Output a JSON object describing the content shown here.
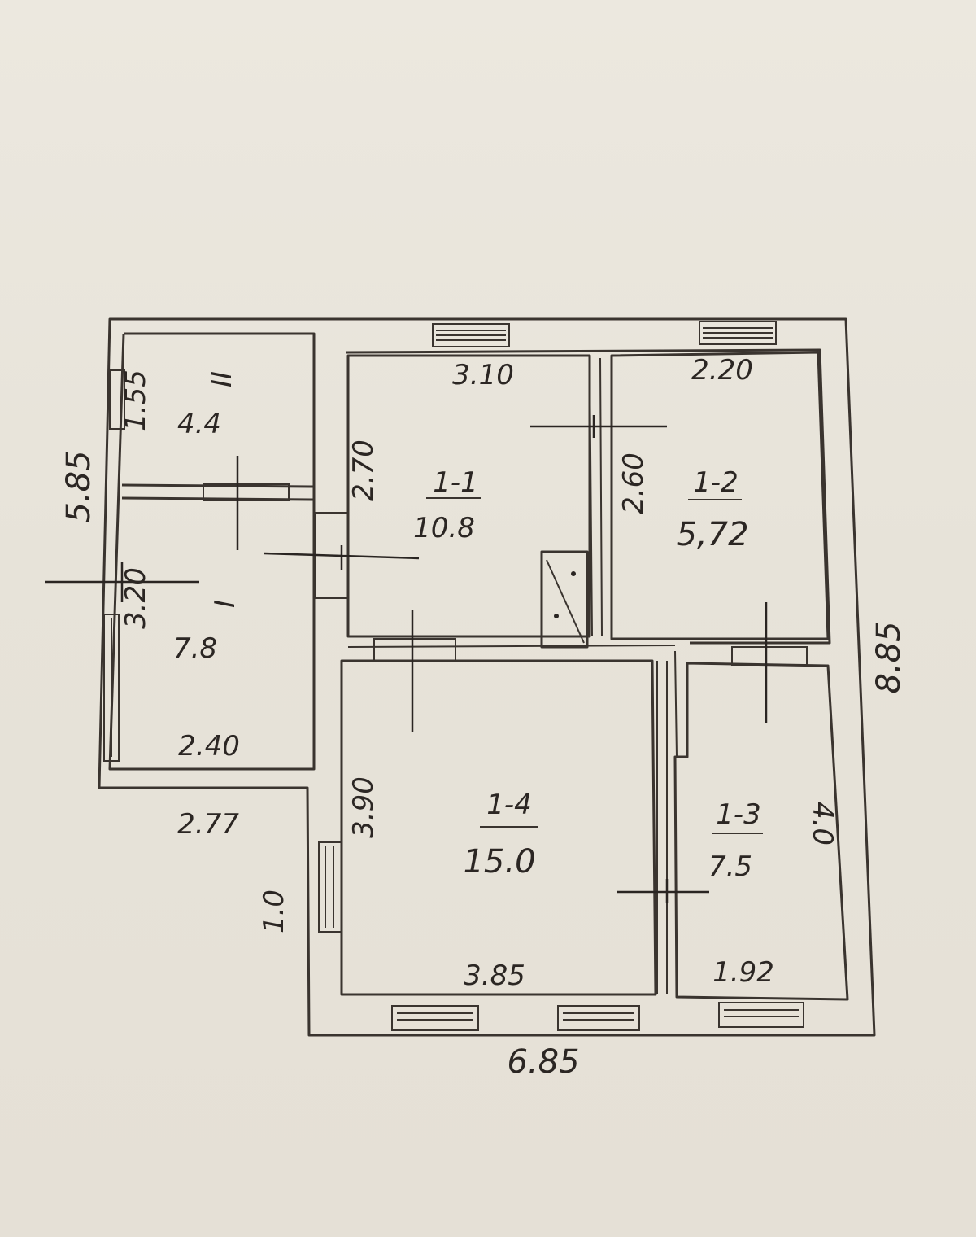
{
  "rooms": [
    {
      "id": "II",
      "area": "4.4"
    },
    {
      "id": "I",
      "area": "7.8"
    },
    {
      "id": "1-1",
      "area": "10.8"
    },
    {
      "id": "1-2",
      "area": "5,72"
    },
    {
      "id": "1-3",
      "area": "7.5"
    },
    {
      "id": "1-4",
      "area": "15.0"
    }
  ],
  "dimensions": {
    "annex_height": "5.85",
    "annex_upper_side": "1.55",
    "annex_lower_side": "3.20",
    "annex_inner_width": "2.40",
    "annex_outer_width": "2.77",
    "room_1_1_width": "3.10",
    "room_1_1_height": "2.70",
    "room_1_2_width": "2.20",
    "room_1_2_height": "2.60",
    "room_1_4_height": "3.90",
    "room_1_4_width": "3.85",
    "room_1_3_height": "4.0",
    "room_1_3_width": "1.92",
    "porch": "1.0",
    "total_width": "6.85",
    "total_height": "8.85"
  }
}
